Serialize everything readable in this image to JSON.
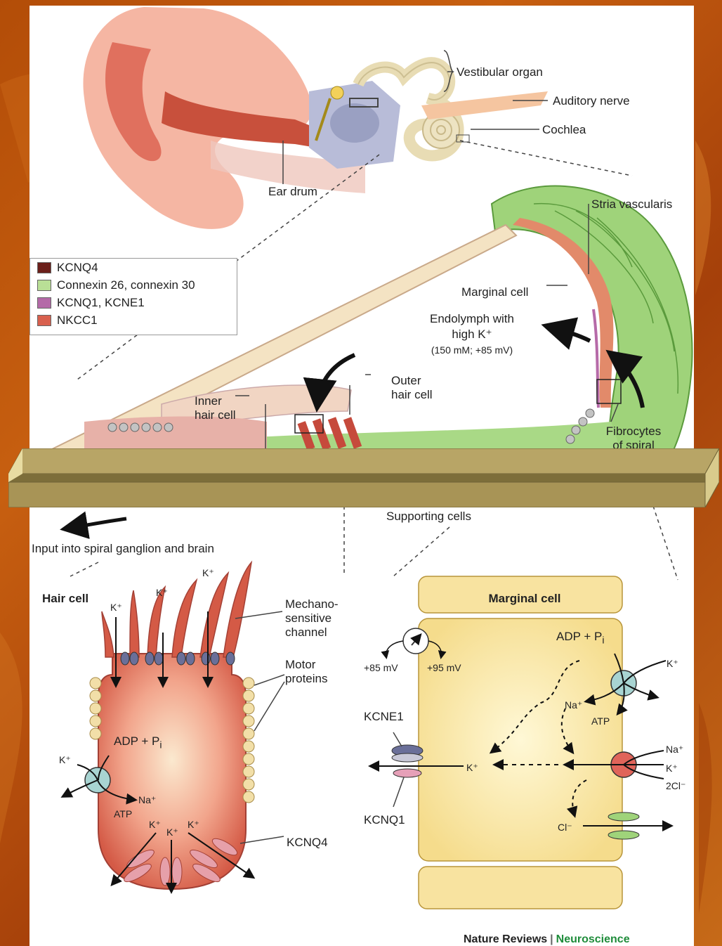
{
  "top_labels": {
    "vestibular": "Vestibular organ",
    "auditory": "Auditory nerve",
    "cochlea": "Cochlea",
    "ear_drum": "Ear drum",
    "stria": "Stria vascularis",
    "marginal_cell": "Marginal cell",
    "endolymph_1": "Endolymph with",
    "endolymph_2": "high K⁺",
    "endolymph_3": "(150 mM; +85 mV)",
    "outer_hair": "Outer\nhair cell",
    "inner_hair": "Inner\nhair cell",
    "fibrocytes": "Fibrocytes\nof spiral",
    "supporting": "Supporting cells",
    "input": "Input into spiral ganglion and brain"
  },
  "legend": {
    "items": [
      {
        "label": "KCNQ4",
        "color": "#6b1f1a"
      },
      {
        "label": "Connexin 26, connexin 30",
        "color": "#b9df96"
      },
      {
        "label": "KCNQ1, KCNE1",
        "color": "#b46aa8"
      },
      {
        "label": "NKCC1",
        "color": "#d8604e"
      }
    ]
  },
  "hair_cell": {
    "title": "Hair cell",
    "k_top1": "K⁺",
    "k_top2": "K⁺",
    "k_top3": "K⁺",
    "mechano": "Mechano-\nsensitive\nchannel",
    "motor": "Motor\nproteins",
    "adp": "ADP + P",
    "adp_sub": "i",
    "k_left": "K⁺",
    "na": "Na⁺",
    "atp": "ATP",
    "k_b1": "K⁺",
    "k_b2": "K⁺",
    "k_b3": "K⁺",
    "kcnq4": "KCNQ4"
  },
  "marginal": {
    "title": "Marginal cell",
    "mv1": "+85 mV",
    "mv2": "+95 mV",
    "adp": "ADP + P",
    "adp_sub": "i",
    "k1": "K⁺",
    "na1": "Na⁺",
    "atp": "ATP",
    "kcne1": "KCNE1",
    "kcnq1": "KCNQ1",
    "k_mid": "K⁺",
    "na2": "Na⁺",
    "k2": "K⁺",
    "cl2": "2Cl⁻",
    "cl": "Cl⁻"
  },
  "credit": {
    "left": "Nature Reviews",
    "sep": "|",
    "right": "Neuroscience"
  }
}
